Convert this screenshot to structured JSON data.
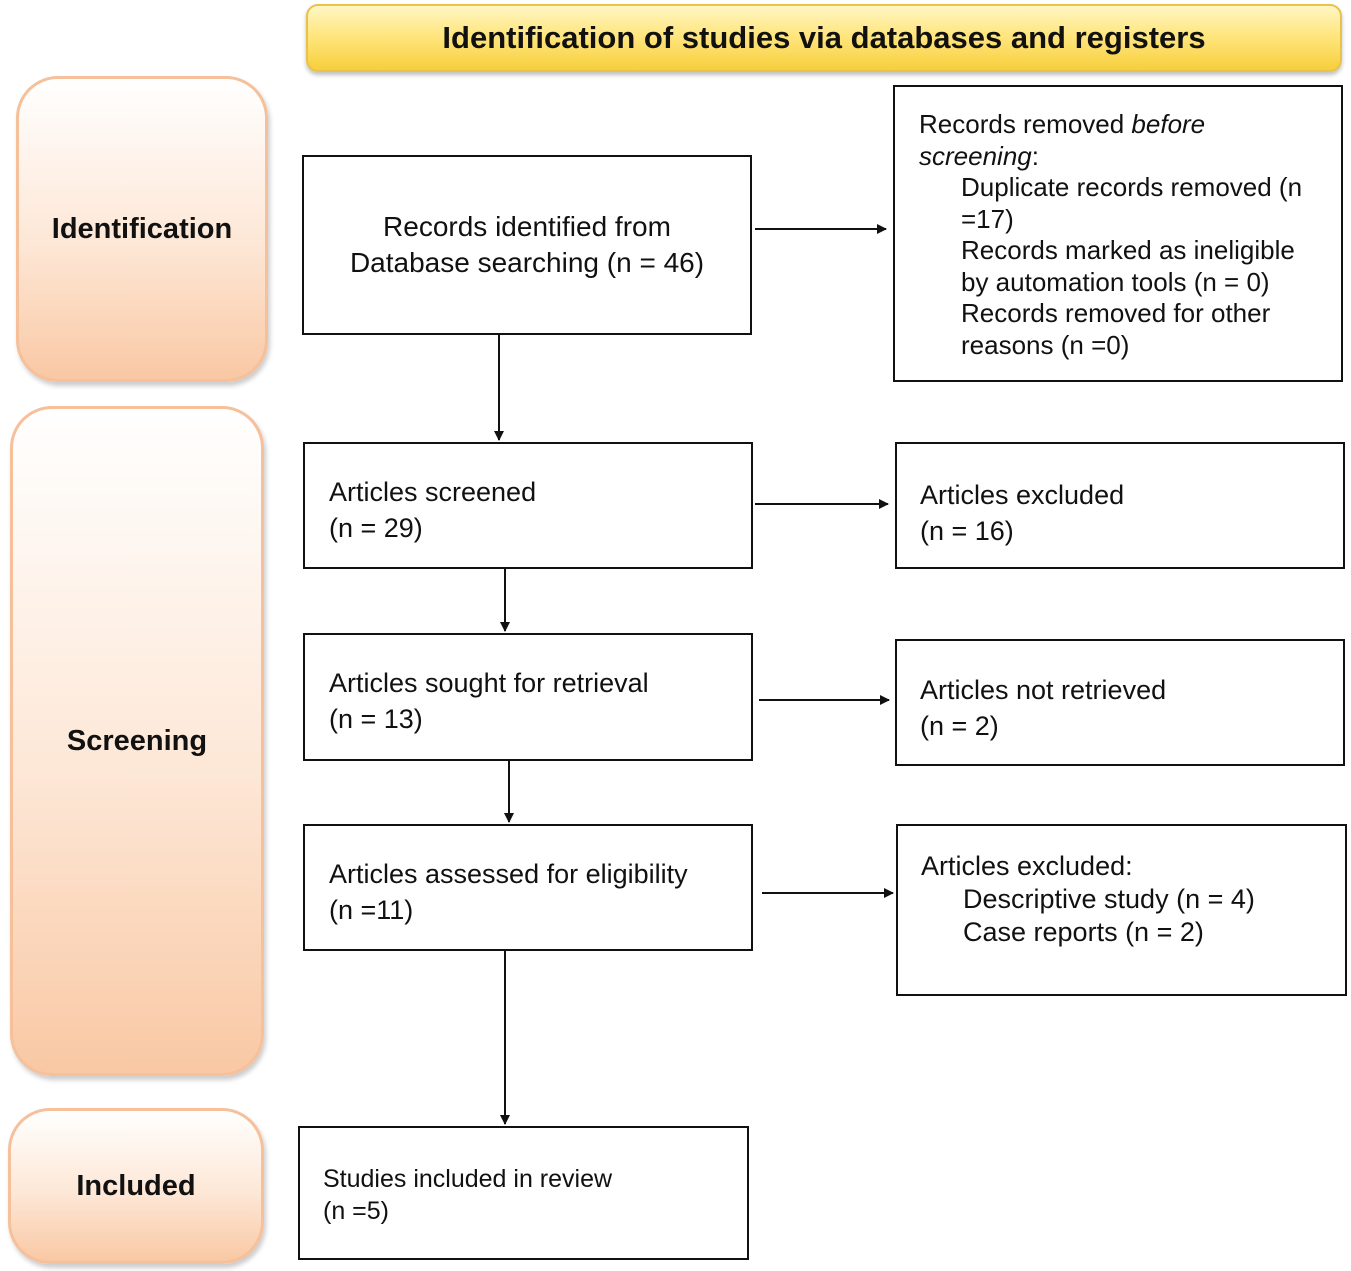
{
  "header": {
    "title": "Identification of studies via databases and registers"
  },
  "phases": {
    "identification": "Identification",
    "screening": "Screening",
    "included": "Included"
  },
  "boxes": {
    "records_identified": {
      "line1": "Records identified from",
      "line2": "Database searching (n = 46)"
    },
    "records_removed": {
      "title_prefix": "Records removed ",
      "title_italic": "before screening",
      "title_suffix": ":",
      "items": [
        "Duplicate records removed (n =17)",
        "Records marked as ineligible by automation tools (n = 0)",
        "Records removed for other reasons (n =0)"
      ]
    },
    "articles_screened": {
      "line1": "Articles screened",
      "line2": "(n = 29)"
    },
    "articles_excluded_1": {
      "line1": "Articles excluded",
      "line2": "(n = 16)"
    },
    "articles_sought": {
      "line1": "Articles sought for retrieval",
      "line2": "(n = 13)"
    },
    "articles_not_retrieved": {
      "line1": "Articles not retrieved",
      "line2": "(n = 2)"
    },
    "articles_assessed": {
      "line1": "Articles assessed for eligibility",
      "line2": "(n =11)"
    },
    "articles_excluded_2": {
      "title": "Articles excluded:",
      "items": [
        "Descriptive study (n = 4)",
        "Case reports (n = 2)"
      ]
    },
    "studies_included": {
      "line1": "Studies included in review",
      "line2": "(n =5)"
    }
  }
}
